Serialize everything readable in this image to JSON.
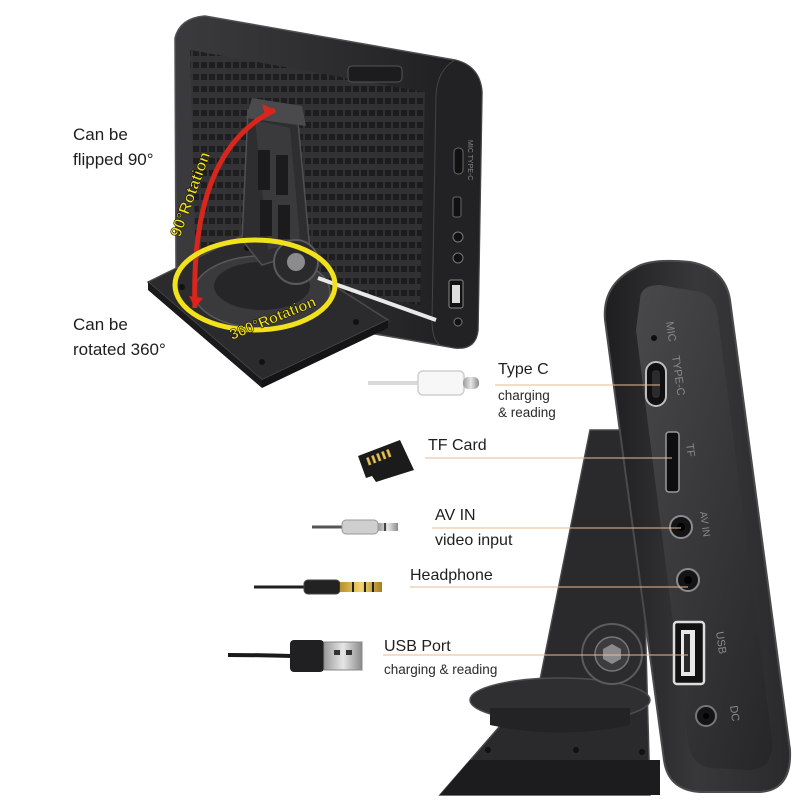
{
  "left_labels": {
    "flip_line1": "Can be",
    "flip_line2": "flipped 90°",
    "rotate_line1": "Can be",
    "rotate_line2": "rotated 360°"
  },
  "arc_labels": {
    "flip": "90°Rotation",
    "rotate": "360°Rotation"
  },
  "ports": [
    {
      "title": "Type C",
      "sub1": "charging",
      "sub2": "& reading"
    },
    {
      "title": "TF Card"
    },
    {
      "title": "AV IN",
      "sub1": "video input"
    },
    {
      "title": "Headphone"
    },
    {
      "title": "USB Port",
      "sub1": "charging & reading"
    }
  ],
  "device_side_text": {
    "mic": "MIC",
    "typec": "TYPE-C",
    "tf": "TF",
    "avin": "AV IN",
    "usb": "USB",
    "dc": "DC"
  },
  "colors": {
    "arc_red": "#d8261c",
    "arc_yellow": "#f2e21b",
    "leader_line": "#e9b98f",
    "device_dark": "#2f2f31",
    "device_edge": "#4a4a4d"
  }
}
